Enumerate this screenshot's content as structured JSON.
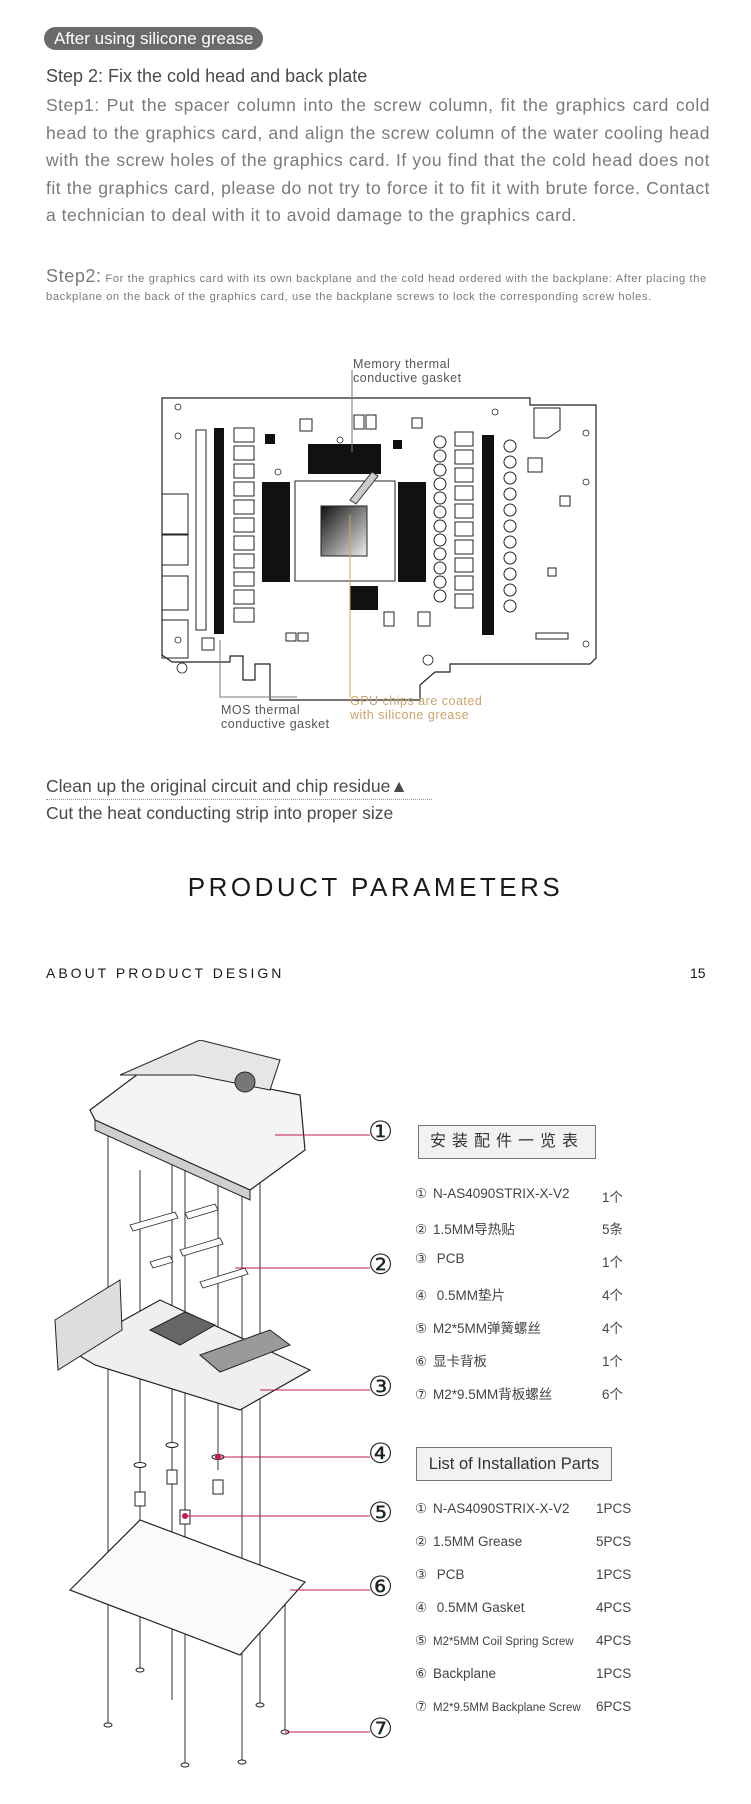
{
  "header_pill": "After using silicone grease",
  "step_heading": "Step 2: Fix the cold head and back plate",
  "step1_text": "Step1: Put the spacer column into the screw column, fit the graphics card cold head to the graphics card, and align the screw column of the water cooling head with the screw holes of the graphics card. If you find that the cold head does not fit the graphics card, please do not try to force it to fit it with brute force. Contact a technician to deal with it to avoid damage to the graphics card.",
  "step2_label": "Step2:",
  "step2_text": " For the graphics card with its own backplane and the cold head ordered with the backplane: After placing the backplane on the back of the graphics card, use the backplane screws to lock the corresponding screw holes.",
  "pcb_labels": {
    "memory_l1": "Memory thermal",
    "memory_l2": "conductive gasket",
    "mos_l1": "MOS thermal",
    "mos_l2": "conductive gasket",
    "gpu_l1": "GPU chips are coated",
    "gpu_l2": "with silicone grease"
  },
  "clean_text": "Clean up the original circuit and chip residue▲",
  "cut_text": "Cut the heat conducting strip into proper size",
  "params_title": "PRODUCT PARAMETERS",
  "about_title": "ABOUT PRODUCT DESIGN",
  "page_number": "15",
  "diagram_numbers": [
    "①",
    "②",
    "③",
    "④",
    "⑤",
    "⑥",
    "⑦"
  ],
  "cn_list": {
    "title": "安装配件一览表",
    "items": [
      {
        "num": "①",
        "name": "N-AS4090STRIX-X-V2",
        "qty": "1个"
      },
      {
        "num": "②",
        "name": "1.5MM导热贴",
        "qty": "5条"
      },
      {
        "num": "③",
        "name": " PCB",
        "qty": "1个"
      },
      {
        "num": "④",
        "name": " 0.5MM垫片",
        "qty": "4个"
      },
      {
        "num": "⑤",
        "name": "M2*5MM弹簧螺丝",
        "qty": "4个"
      },
      {
        "num": "⑥",
        "name": "显卡背板",
        "qty": "1个"
      },
      {
        "num": "⑦",
        "name": "M2*9.5MM背板螺丝",
        "qty": "6个"
      }
    ]
  },
  "en_list": {
    "title": "List of Installation Parts",
    "items": [
      {
        "num": "①",
        "name": "N-AS4090STRIX-X-V2",
        "qty": "1PCS"
      },
      {
        "num": "②",
        "name": "1.5MM Grease",
        "qty": "5PCS"
      },
      {
        "num": "③",
        "name": " PCB",
        "qty": "1PCS"
      },
      {
        "num": "④",
        "name": " 0.5MM Gasket",
        "qty": "4PCS"
      },
      {
        "num": "⑤",
        "name": "M2*5MM Coil Spring Screw",
        "qty": "4PCS"
      },
      {
        "num": "⑥",
        "name": "Backplane",
        "qty": "1PCS"
      },
      {
        "num": "⑦",
        "name": "M2*9.5MM Backplane Screw",
        "qty": "6PCS"
      }
    ]
  },
  "colors": {
    "pill_bg": "#6a6a6a",
    "gpu_label": "#c9a46a",
    "callout_line": "#c2185b"
  }
}
